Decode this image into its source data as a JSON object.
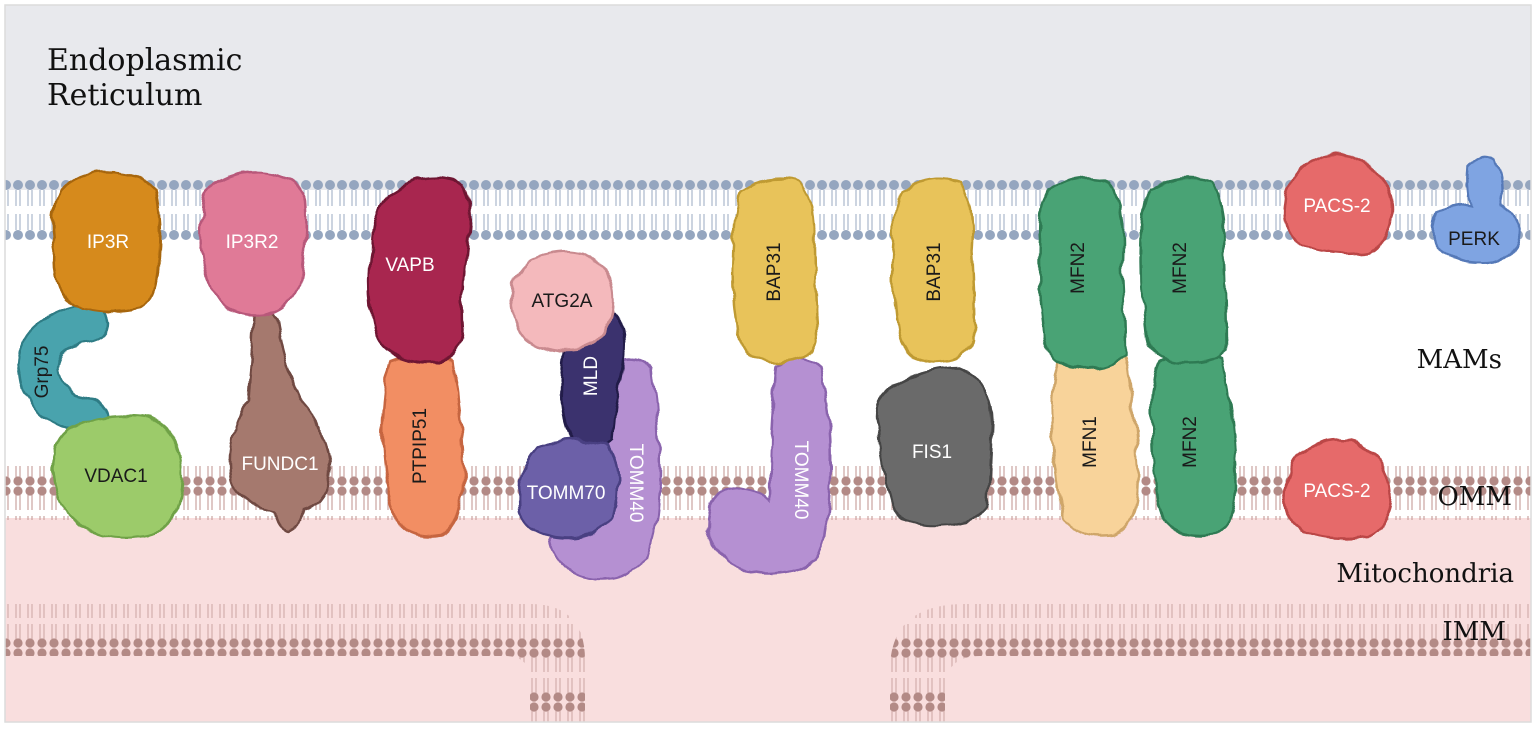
{
  "regions": {
    "er": "Endoplasmic\nReticulum",
    "mams": "MAMs",
    "omm": "OMM",
    "mito": "Mitochondria",
    "imm": "IMM"
  },
  "colors": {
    "er_bg": "#e8e9ed",
    "mam_bg": "#ffffff",
    "mito_bg": "#f9dede",
    "er_lipid": "#95a6bf",
    "mito_lipid": "#b38a86"
  },
  "proteins": [
    {
      "id": "ip3r",
      "label": "IP3R",
      "fill": "#d68a1c",
      "stroke": "#a7660d"
    },
    {
      "id": "grp75",
      "label": "Grp75",
      "fill": "#4aa3ad",
      "stroke": "#2f7c85"
    },
    {
      "id": "vdac1",
      "label": "VDAC1",
      "fill": "#9ccb6b",
      "stroke": "#6fa246"
    },
    {
      "id": "ip3r2",
      "label": "IP3R2",
      "fill": "#e07a97",
      "stroke": "#b8587a"
    },
    {
      "id": "fundc1",
      "label": "FUNDC1",
      "fill": "#a5796e",
      "stroke": "#6f4a42"
    },
    {
      "id": "vapb",
      "label": "VAPB",
      "fill": "#a8284f",
      "stroke": "#6e1232"
    },
    {
      "id": "ptpip51",
      "label": "PTPIP51",
      "fill": "#f28e63",
      "stroke": "#c66540"
    },
    {
      "id": "atg2a",
      "label": "ATG2A",
      "fill": "#f4b9bc",
      "stroke": "#c98a8f"
    },
    {
      "id": "mld",
      "label": "MLD",
      "fill": "#3b326e",
      "stroke": "#231c4a"
    },
    {
      "id": "tomm40a",
      "label": "TOMM40",
      "fill": "#b590d2",
      "stroke": "#8a63ad"
    },
    {
      "id": "tomm70",
      "label": "TOMM70",
      "fill": "#6c60a8",
      "stroke": "#4a3f82"
    },
    {
      "id": "bap31a",
      "label": "BAP31",
      "fill": "#e8c35a",
      "stroke": "#bf9a33"
    },
    {
      "id": "tomm40b",
      "label": "TOMM40",
      "fill": "#b590d2",
      "stroke": "#8a63ad"
    },
    {
      "id": "bap31b",
      "label": "BAP31",
      "fill": "#e8c35a",
      "stroke": "#bf9a33"
    },
    {
      "id": "fis1",
      "label": "FIS1",
      "fill": "#6b6b6b",
      "stroke": "#444444"
    },
    {
      "id": "mfn2a",
      "label": "MFN2",
      "fill": "#4aa374",
      "stroke": "#2e7a52"
    },
    {
      "id": "mfn1",
      "label": "MFN1",
      "fill": "#f8d39a",
      "stroke": "#cfa66a"
    },
    {
      "id": "mfn2b",
      "label": "MFN2",
      "fill": "#4aa374",
      "stroke": "#2e7a52"
    },
    {
      "id": "mfn2c",
      "label": "MFN2",
      "fill": "#4aa374",
      "stroke": "#2e7a52"
    },
    {
      "id": "pacs2a",
      "label": "PACS-2",
      "fill": "#e66a6a",
      "stroke": "#bb4646"
    },
    {
      "id": "pacs2b",
      "label": "PACS-2",
      "fill": "#e66a6a",
      "stroke": "#bb4646"
    },
    {
      "id": "perk",
      "label": "PERK",
      "fill": "#7fa4e2",
      "stroke": "#5479b8"
    }
  ]
}
